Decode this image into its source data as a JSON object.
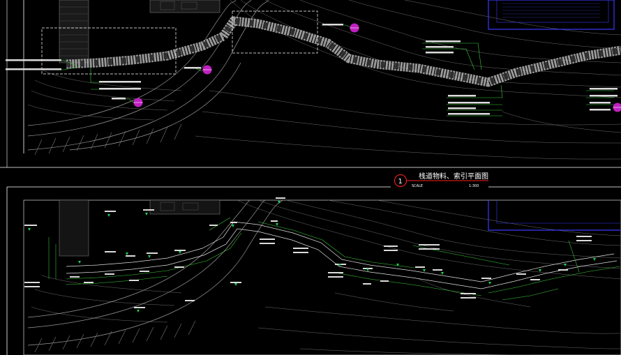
{
  "drawing": {
    "section_number": "1",
    "section_title": "栈道物料、索引平面图",
    "section_scale_label": "SCALE",
    "section_scale_value": "1:300"
  },
  "colors": {
    "background": "#000000",
    "frame": "#ffffff",
    "contour": "#6e6e6e",
    "walkway": "#b4b4b4",
    "leader": "#3bd03b",
    "callout": "#c020c0",
    "building": "#3a3aff",
    "title_marker": "#ff2020",
    "elevation_marker": "#1fcf55"
  },
  "icons": {
    "callout": "index-circle-icon",
    "elevation": "elevation-triangle-icon",
    "title_marker": "section-circle-icon"
  }
}
